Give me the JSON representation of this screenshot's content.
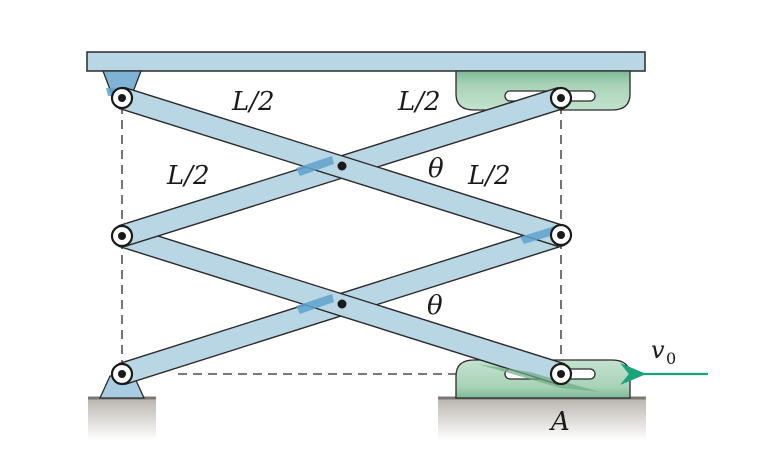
{
  "labels": {
    "upper_left_half": "L/2",
    "upper_right_half": "L/2",
    "middle_left_half": "L/2",
    "middle_right_half": "L/2",
    "angle_upper": "θ",
    "angle_lower": "θ",
    "velocity_symbol": "v",
    "velocity_subscript": "0",
    "point_a": "A"
  },
  "colors": {
    "platform": "#b8d6e3",
    "bar_fill": "#b8d6e3",
    "bar_shadow": "#5fa2cf",
    "outline": "#2a2a2a",
    "slider_block": "#a8d3b8",
    "slider_shadow": "#6fab86",
    "ground_top": "#8f8a85",
    "ground_fade": "#e8e6e4",
    "velocity_arrow": "#1aa37a"
  }
}
